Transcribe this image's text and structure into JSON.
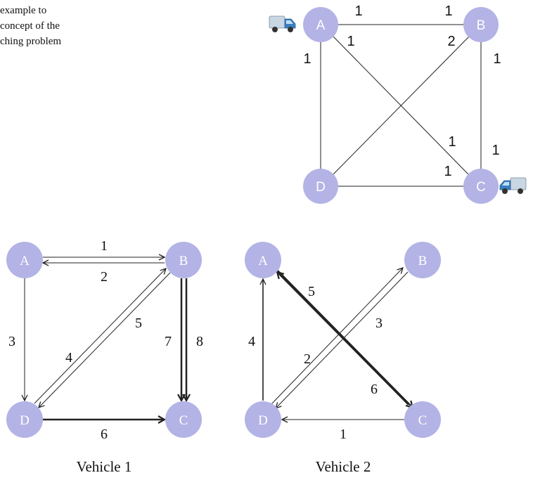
{
  "intro_text_lines": [
    "example to",
    "concept of the",
    "ching problem"
  ],
  "colors": {
    "node_fill": "#b3b3e6",
    "edge": "#222222",
    "truck_body": "#3a7fc0"
  },
  "top_graph": {
    "icons": [
      "truck-icon",
      "truck-icon"
    ],
    "nodes": [
      "A",
      "B",
      "C",
      "D"
    ],
    "weights": {
      "ab_a_side": "1",
      "ab_b_side": "1",
      "ac_a_side": "1",
      "ad_a_side": "1",
      "bd_b_side": "2",
      "bc_b_side": "1",
      "ac_c_side": "1",
      "bc_c_side": "1",
      "dc_c_side": "1"
    }
  },
  "vehicle1": {
    "caption": "Vehicle 1",
    "nodes": [
      "A",
      "B",
      "C",
      "D"
    ],
    "edge_labels": {
      "a_to_b": "1",
      "b_to_a": "2",
      "a_to_d": "3",
      "b_to_d": "4",
      "d_to_b": "5",
      "d_to_c": "6",
      "b_to_c_first": "7",
      "b_to_c_second": "8"
    }
  },
  "vehicle2": {
    "caption": "Vehicle 2",
    "nodes": [
      "A",
      "B",
      "C",
      "D"
    ],
    "edge_labels": {
      "c_to_d": "1",
      "b_to_d": "2",
      "d_to_b": "3",
      "d_to_a": "4",
      "c_to_a": "5",
      "a_to_c": "6"
    }
  }
}
